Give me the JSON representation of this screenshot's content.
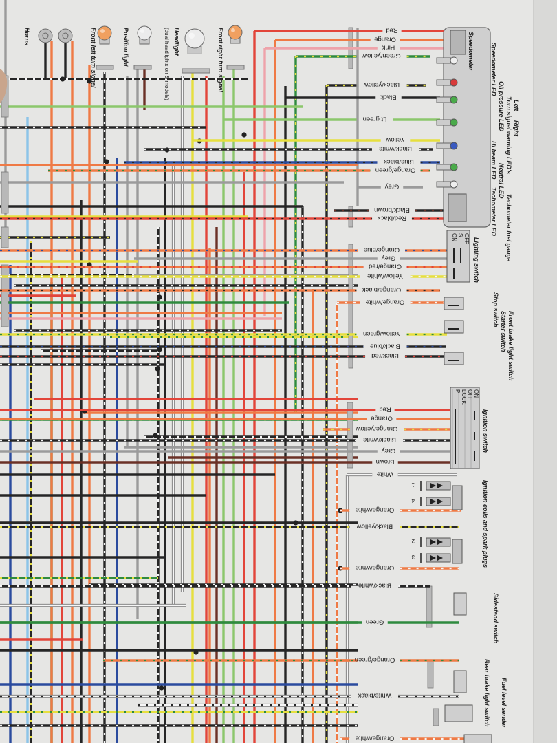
{
  "wire_colors": {
    "Red": "#e2453a",
    "Orange": "#ef7a45",
    "Pink": "#eea3aa",
    "Green": "#2f8a3e",
    "Lt green": "#8cc76c",
    "Yellow": "#e6df3e",
    "Black": "#262626",
    "Blue": "#2b4b9e",
    "Grey": "#9b9b9b",
    "Brown": "#6b3126",
    "White": "#f6f6f6",
    "Light blue": "#8cc4e8"
  },
  "front_components": [
    {
      "label": "Horns"
    },
    {
      "label": "Front left turn signal"
    },
    {
      "label": "Position light"
    },
    {
      "label": "Headlight",
      "note": "(dual headlights on S models)"
    },
    {
      "label": "Front right turn signal"
    }
  ],
  "instrument_cluster": {
    "labels": [
      "Speedometer",
      "Speedometer LED",
      "Oil pressure LED",
      "Turn signal warning LED's",
      "Left",
      "Right",
      "Hi beam LED",
      "Neutral LED",
      "Tachometer LED",
      "Tachometer fuel gauge"
    ]
  },
  "lighting_switch": {
    "label": "Lighting switch",
    "positions": [
      "OFF",
      "S",
      "ON"
    ]
  },
  "handlebar_switches": [
    "Stop switch",
    "Starter switch",
    "Front brake light switch"
  ],
  "ignition_switch": {
    "label": "Ignition switch",
    "positions": [
      "ON",
      "OFF",
      "LOCK",
      "P"
    ]
  },
  "ignition_coils": {
    "label": "Ignition coils and spark plugs",
    "cylinders": [
      "1",
      "4",
      "2",
      "3"
    ]
  },
  "sidestand_switch": {
    "label": "Sidestand switch"
  },
  "rear_brake_switch": {
    "label": "Rear brake light switch"
  },
  "fuel_level_sender": {
    "label": "Fuel level sender"
  },
  "wires": [
    {
      "label": "Red"
    },
    {
      "label": "Orange"
    },
    {
      "label": "Pink"
    },
    {
      "label": "Green/yellow"
    },
    {
      "label": "Black/yellow"
    },
    {
      "label": "Black"
    },
    {
      "label": "Lt green"
    },
    {
      "label": "Yellow"
    },
    {
      "label": "Black/white"
    },
    {
      "label": "Blue/black"
    },
    {
      "label": "Orange/green"
    },
    {
      "label": "Grey"
    },
    {
      "label": "Black/brown"
    },
    {
      "label": "Red/black"
    },
    {
      "label": "Orange/blue"
    },
    {
      "label": "Grey"
    },
    {
      "label": "Orange/red"
    },
    {
      "label": "Yellow/white"
    },
    {
      "label": "Orange/black"
    },
    {
      "label": "Orange/white"
    },
    {
      "label": "Yellow/green"
    },
    {
      "label": "Black/blue"
    },
    {
      "label": "Black/red"
    },
    {
      "label": "Red"
    },
    {
      "label": "Orange"
    },
    {
      "label": "Orange/yellow"
    },
    {
      "label": "Black/white"
    },
    {
      "label": "Grey"
    },
    {
      "label": "Brown"
    },
    {
      "label": "White"
    },
    {
      "label": "Orange/white"
    },
    {
      "label": "Black/yellow"
    },
    {
      "label": "Orange/white"
    },
    {
      "label": "Black/white"
    },
    {
      "label": "Green"
    },
    {
      "label": "Orange/green"
    },
    {
      "label": "White/black"
    },
    {
      "label": "Orange/white"
    }
  ]
}
